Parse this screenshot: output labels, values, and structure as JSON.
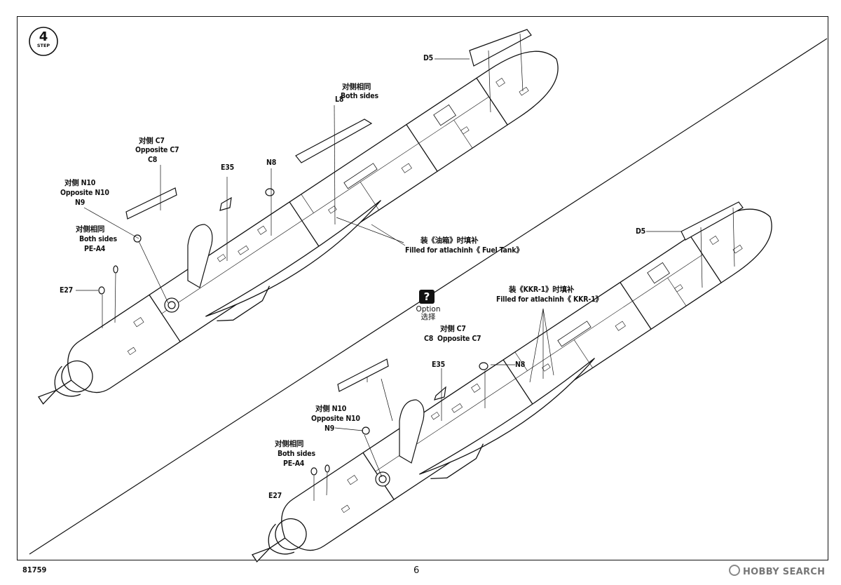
{
  "step": {
    "number": "4",
    "word": "STEP"
  },
  "option": {
    "symbol": "?",
    "label_en": "Option",
    "label_cn": "选择"
  },
  "upper_assembly": {
    "d5": "D5",
    "l8_cn": "对侧相同",
    "l8_en": "Both sides",
    "l8": "L8",
    "c7_cn": "对侧 C7",
    "c7_en": "Opposite C7",
    "c8": "C8",
    "e35": "E35",
    "n8": "N8",
    "n10_cn": "对侧 N10",
    "n10_en": "Opposite N10",
    "n9": "N9",
    "pe_cn": "对侧相同",
    "pe_en": "Both sides",
    "pe": "PE-A4",
    "e27": "E27",
    "tank_cn": "装《油箱》时填补",
    "tank_en": "Filled for atlachinh《 Fuel Tank》"
  },
  "lower_assembly": {
    "d5": "D5",
    "kkr_cn": "装《KKR-1》时填补",
    "kkr_en": "Filled for atlachinh《 KKR-1》",
    "c7_cn": "对侧 C7",
    "c8": "C8",
    "c7_en": "Opposite C7",
    "e35": "E35",
    "n8": "N8",
    "n10_cn": "对侧 N10",
    "n10_en": "Opposite N10",
    "n9": "N9",
    "pe_cn": "对侧相同",
    "pe_en": "Both sides",
    "pe": "PE-A4",
    "e27": "E27"
  },
  "footer": {
    "kit_number": "81759",
    "page_number": "6",
    "watermark": "HOBBY SEARCH"
  }
}
